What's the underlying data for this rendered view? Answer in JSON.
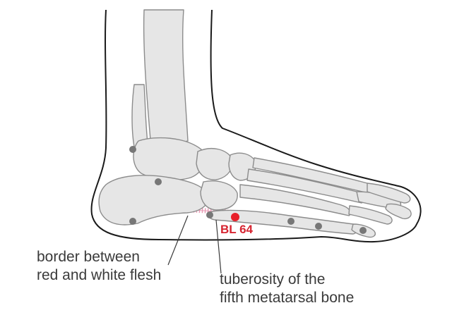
{
  "labels": {
    "point_name": "BL 64",
    "border_line1": "border between",
    "border_line2": "red and white flesh",
    "tuberosity_line1": "tuberosity of the",
    "tuberosity_line2": "fifth metatarsal bone"
  },
  "colors": {
    "outline": "#1a1a1a",
    "bone_fill": "#e6e6e6",
    "bone_stroke": "#8c8c8c",
    "hatch": "#e89ab4",
    "marker_gray": "#777777",
    "acupoint_red": "#e8202a",
    "label_text": "#3a3a3a",
    "point_label": "#d62430"
  },
  "markers": [
    "gray-dot",
    "gray-dot",
    "gray-dot",
    "gray-dot",
    "gray-dot",
    "gray-dot",
    "gray-dot",
    "red-acupoint"
  ]
}
